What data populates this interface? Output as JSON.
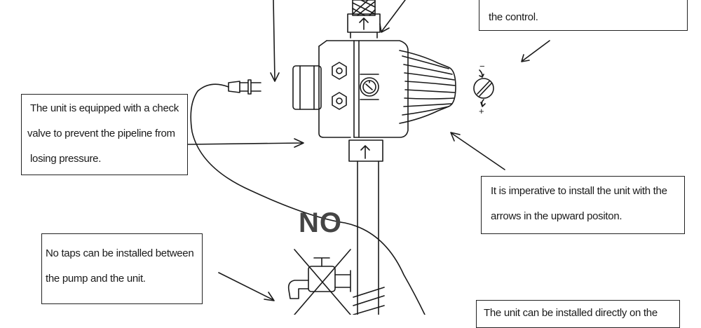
{
  "callouts": {
    "control": {
      "lines": [
        "the control."
      ]
    },
    "check_valve": {
      "lines": [
        "The unit is equipped with a check",
        "valve to prevent the pipeline from",
        "losing pressure."
      ]
    },
    "arrows_up": {
      "lines": [
        "It is imperative to install the unit with the",
        "arrows in the upward positon."
      ]
    },
    "no_taps": {
      "lines": [
        "No taps can be installed between",
        "the pump and the unit."
      ]
    },
    "install_direct": {
      "lines": [
        "The unit can be installed directly on the"
      ]
    }
  },
  "no_label": "NO",
  "adjust_signs": {
    "minus": "−",
    "plus": "+"
  },
  "colors": {
    "ink": "#1a1a1a",
    "paper": "#ffffff"
  }
}
